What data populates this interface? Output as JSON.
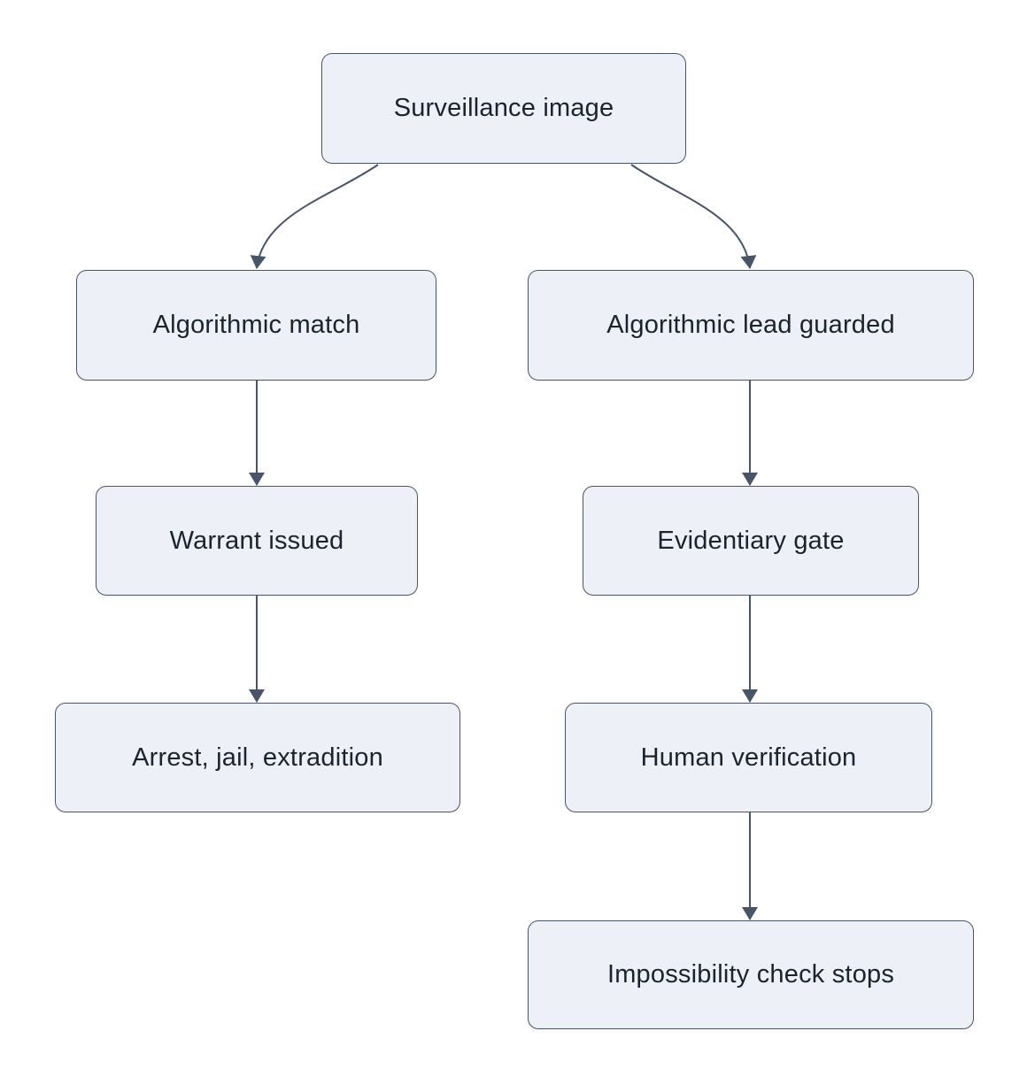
{
  "diagram": {
    "type": "flowchart",
    "direction": "top-down",
    "nodes": [
      {
        "id": "surveillance",
        "label": "Surveillance image"
      },
      {
        "id": "algo_match",
        "label": "Algorithmic match"
      },
      {
        "id": "algo_lead",
        "label": "Algorithmic lead guarded"
      },
      {
        "id": "warrant",
        "label": "Warrant issued"
      },
      {
        "id": "evidentiary",
        "label": "Evidentiary gate"
      },
      {
        "id": "arrest",
        "label": "Arrest, jail, extradition"
      },
      {
        "id": "human",
        "label": "Human verification"
      },
      {
        "id": "impossibility",
        "label": "Impossibility check stops"
      }
    ],
    "edges": [
      {
        "from": "surveillance",
        "to": "algo_match"
      },
      {
        "from": "surveillance",
        "to": "algo_lead"
      },
      {
        "from": "algo_match",
        "to": "warrant"
      },
      {
        "from": "warrant",
        "to": "arrest"
      },
      {
        "from": "algo_lead",
        "to": "evidentiary"
      },
      {
        "from": "evidentiary",
        "to": "human"
      },
      {
        "from": "human",
        "to": "impossibility"
      }
    ],
    "colors": {
      "background": "#ffffff",
      "node_fill": "#edf1f7",
      "node_border": "#485568",
      "edge_stroke": "#485568",
      "text": "#1b2330"
    }
  }
}
